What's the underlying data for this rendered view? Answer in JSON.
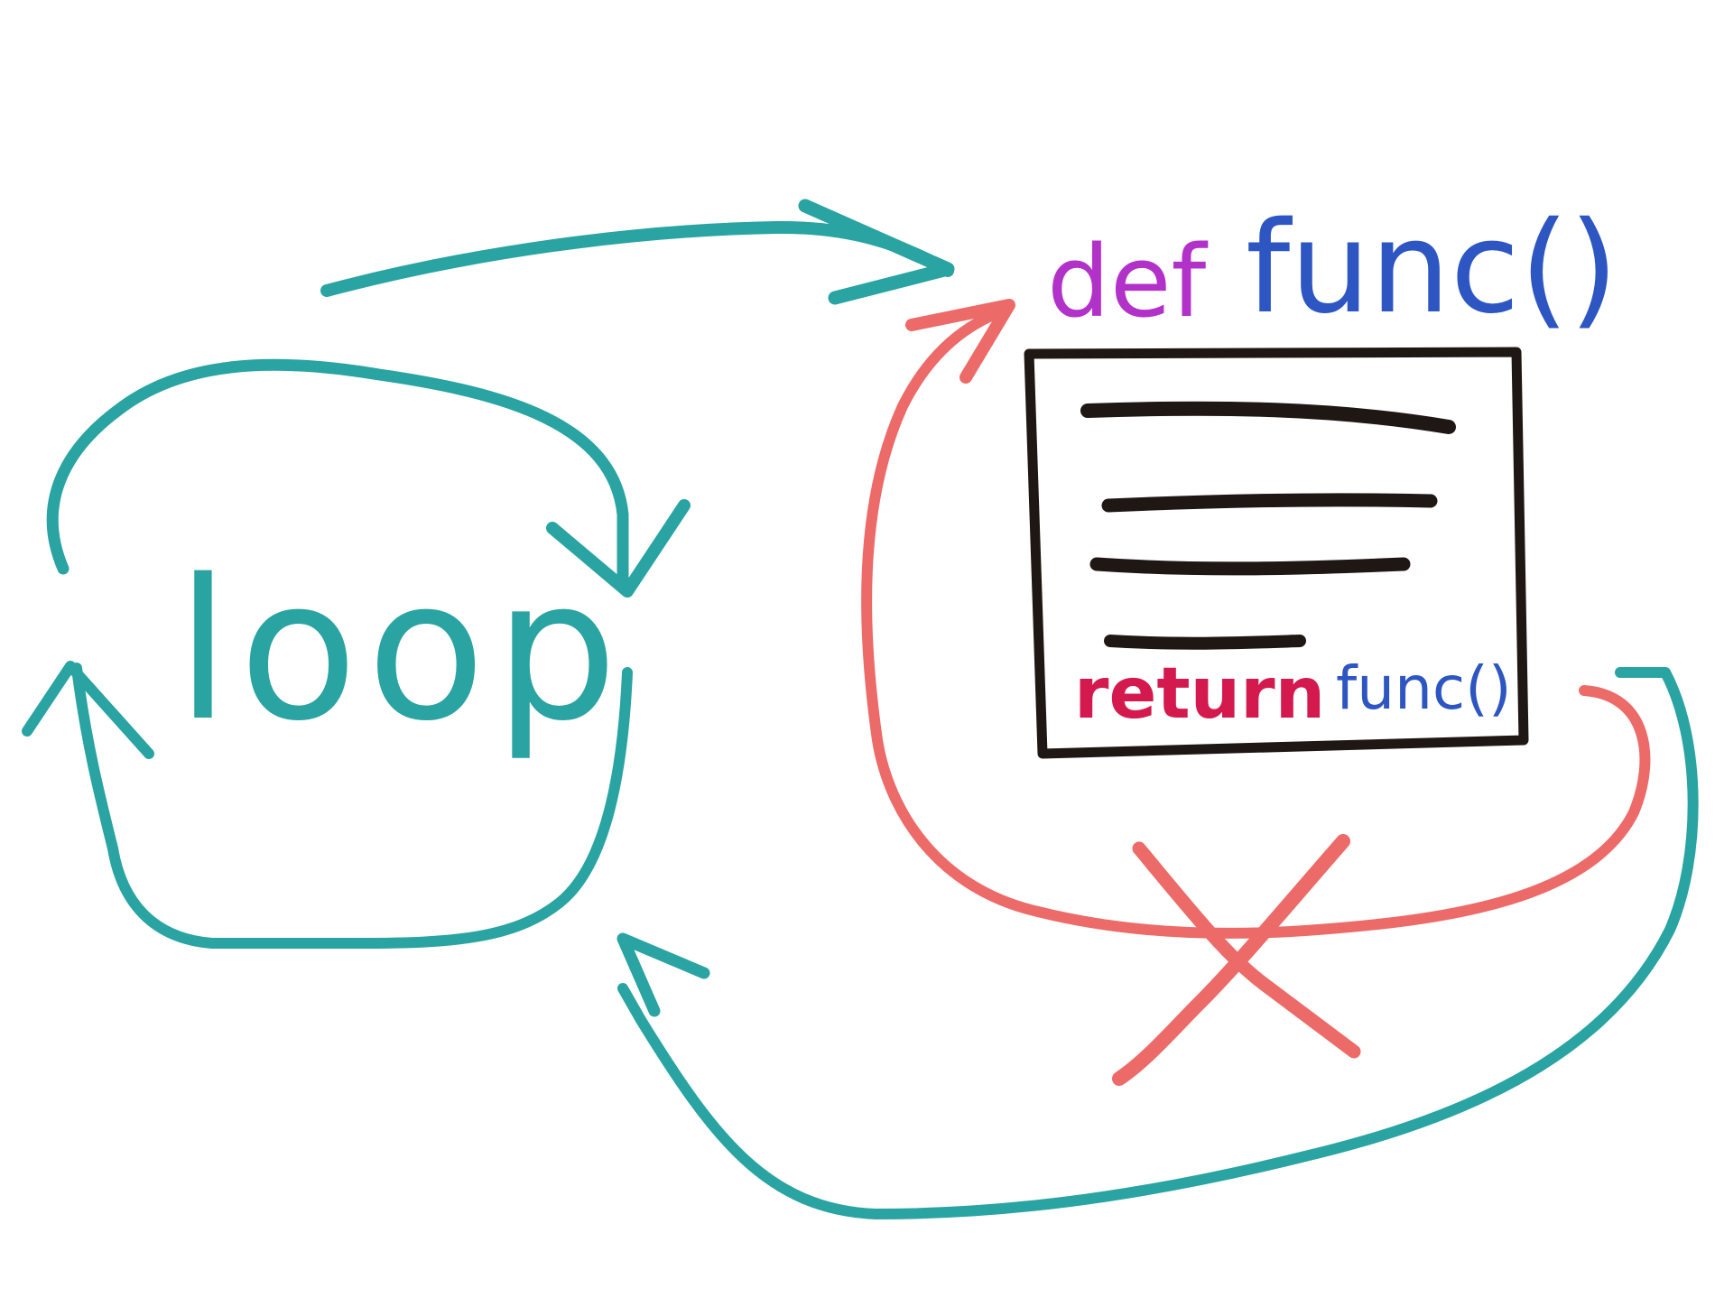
{
  "labels": {
    "loop": "loop",
    "def_keyword": "def",
    "def_name": "func()",
    "return_keyword": "return",
    "return_call": "func()"
  },
  "colors": {
    "teal": "#2aa3a3",
    "red": "#ec6a68",
    "purple": "#b232c9",
    "blue": "#2d56c2",
    "crimson": "#d4194f",
    "ink": "#1f1714",
    "background": "#ffffff"
  }
}
